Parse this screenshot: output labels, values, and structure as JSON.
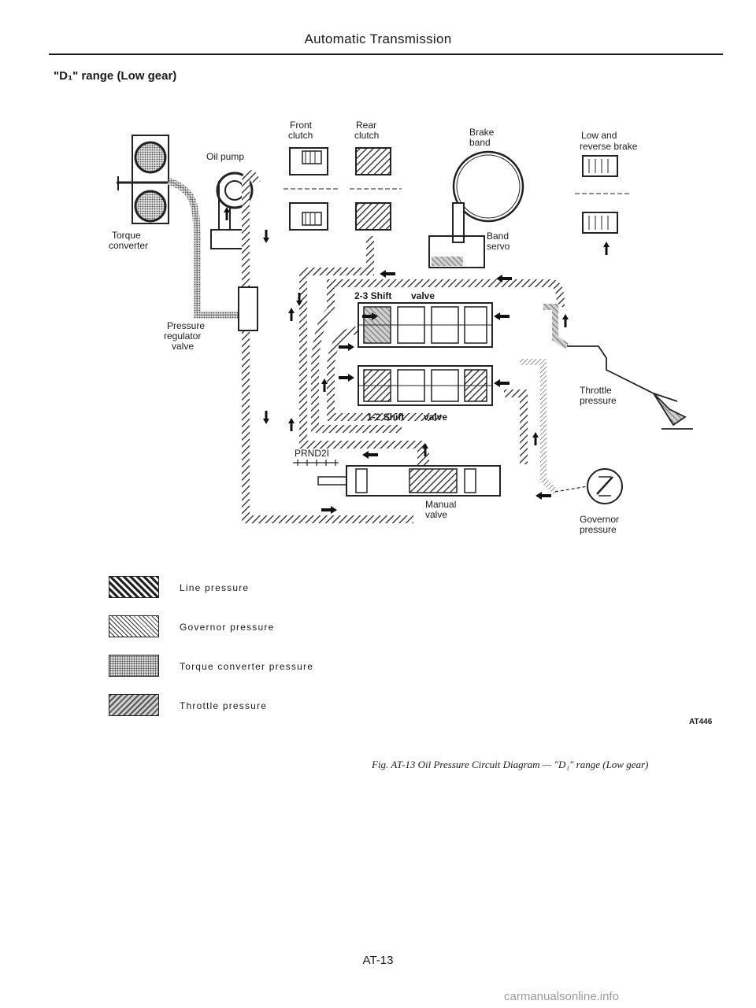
{
  "header": {
    "title": "Automatic Transmission"
  },
  "section": {
    "title": "\"D₁\" range (Low gear)"
  },
  "labels": {
    "front_clutch_1": "Front",
    "front_clutch_2": "clutch",
    "rear_clutch_1": "Rear",
    "rear_clutch_2": "clutch",
    "brake_band_1": "Brake",
    "brake_band_2": "band",
    "low_reverse_1": "Low and",
    "low_reverse_2": "reverse brake",
    "oil_pump": "Oil pump",
    "torque_converter_1": "Torque",
    "torque_converter_2": "converter",
    "band_servo_1": "Band",
    "band_servo_2": "servo",
    "shift_23": "2-3 Shift",
    "shift_23_valve": "valve",
    "pressure_regulator_1": "Pressure",
    "pressure_regulator_2": "regulator",
    "pressure_regulator_3": "valve",
    "shift_12": "1-2 Shift",
    "shift_12_valve": "valve",
    "throttle_pressure_1": "Throttle",
    "throttle_pressure_2": "pressure",
    "prnd21": "PRND2I",
    "manual_valve_1": "Manual",
    "manual_valve_2": "valve",
    "governor_pressure_1": "Governor",
    "governor_pressure_2": "pressure"
  },
  "legend": [
    {
      "label": "Line pressure",
      "pattern": "line"
    },
    {
      "label": "Governor pressure",
      "pattern": "governor"
    },
    {
      "label": "Torque converter pressure",
      "pattern": "torque"
    },
    {
      "label": "Throttle pressure",
      "pattern": "throttle"
    }
  ],
  "figure": {
    "code": "AT446",
    "caption": "Fig. AT-13 Oil Pressure Circuit Diagram — \"D₁\" range (Low gear)"
  },
  "footer": {
    "page": "AT-13"
  },
  "watermark": "carmanualsonline.info"
}
